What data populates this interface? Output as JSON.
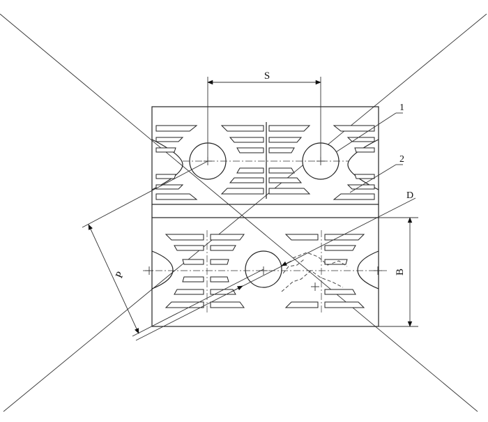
{
  "labels": {
    "s": "S",
    "b": "B",
    "p": "P",
    "d": "D",
    "one": "1",
    "two": "2"
  }
}
